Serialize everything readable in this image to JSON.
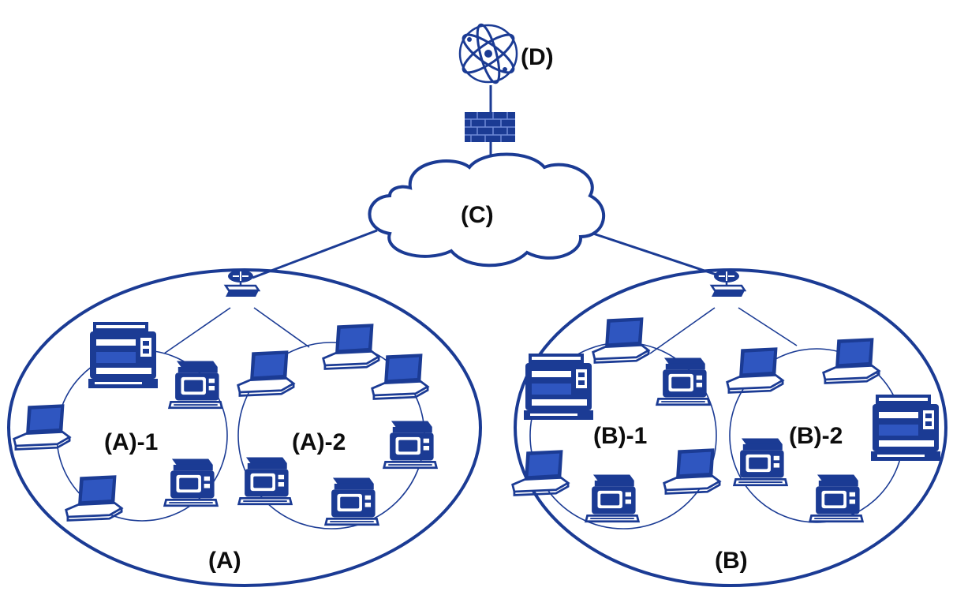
{
  "labels": {
    "internet": "(D)",
    "cloud": "(C)",
    "site_a": "(A)",
    "site_b": "(B)",
    "segment_a1": "(A)-1",
    "segment_a2": "(A)-2",
    "segment_b1": "(B)-1",
    "segment_b2": "(B)-2"
  },
  "icons": {
    "internet": "globe-icon",
    "firewall": "firewall-icon",
    "router": "router-icon",
    "laptop": "laptop-icon",
    "scanner": "scanner-icon",
    "mfp": "multifunction-printer-icon"
  },
  "colors": {
    "line": "#1b3b94",
    "text": "#0d0d0d"
  }
}
